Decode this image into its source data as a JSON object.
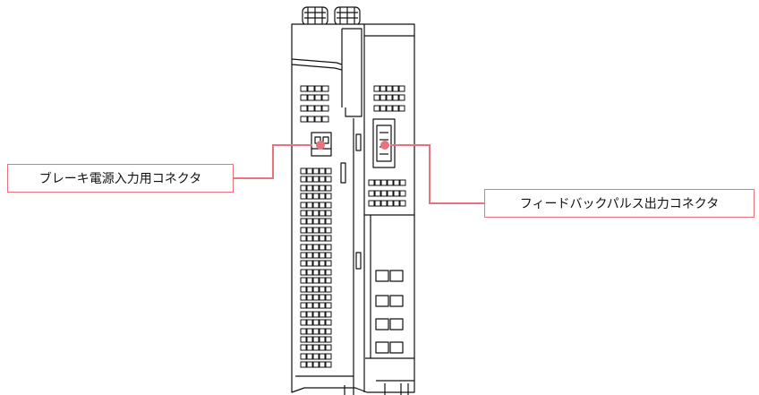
{
  "figure": {
    "callouts": [
      {
        "key": "brake",
        "text": "ブレーキ電源入力用コネクタ"
      },
      {
        "key": "feedback",
        "text": "フィードバックパルス出力コネクタ"
      }
    ]
  },
  "colors": {
    "callout": "#e8737e",
    "line": "#111111",
    "background": "#ffffff"
  },
  "icons": {
    "device": "servo-amplifier-side-view-line-drawing"
  }
}
